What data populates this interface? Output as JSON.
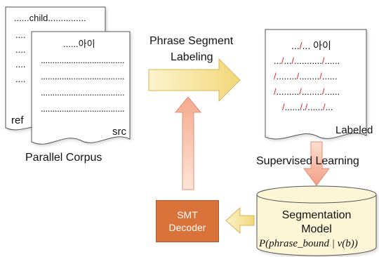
{
  "ref_doc": {
    "top_line": "......child...............",
    "dots": [
      "....",
      "....",
      "....",
      "...."
    ],
    "corner_label": "ref"
  },
  "src_doc": {
    "top_line": "......아이",
    "dots": [
      "....................................",
      "....................................",
      "....................................",
      "...................................."
    ],
    "corner_label": "src"
  },
  "labeled_doc": {
    "lines": [
      {
        "black1": "...",
        "red1": "/",
        "black2": "... 아이"
      },
      {
        "text": ".../.../.........../......"
      },
      {
        "text": "/......../......../......"
      },
      {
        "text": "/........./......../......"
      },
      {
        "text": "/.....././....../..."
      }
    ],
    "corner_label": "Labeled"
  },
  "labels": {
    "parallel_corpus": "Parallel Corpus",
    "phrase_segment_labeling_1": "Phrase Segment",
    "phrase_segment_labeling_2": "Labeling",
    "supervised_learning": "Supervised Learning"
  },
  "model": {
    "line1": "Segmentation",
    "line2": "Model",
    "formula": "P(phrase_bound | v(b))"
  },
  "decoder": {
    "line1": "SMT",
    "line2": "Decoder"
  },
  "colors": {
    "arrow_yellow_light": "#fbf3c4",
    "arrow_yellow_dark": "#f3d679",
    "arrow_red_light": "#fce4d6",
    "arrow_red_dark": "#f0a28a",
    "decoder_fill": "#d9733a",
    "slash_red": "#e8262a"
  }
}
